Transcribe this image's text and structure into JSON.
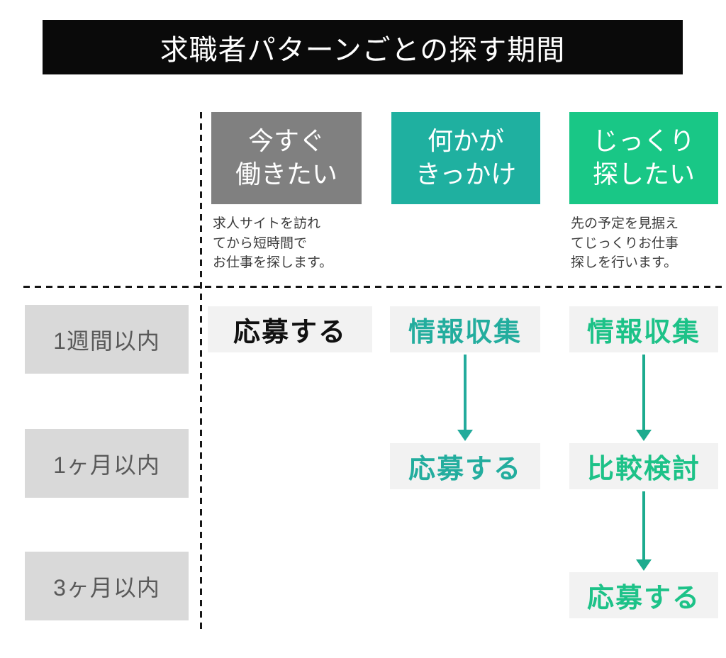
{
  "title": "求職者パターンごとの探す期間",
  "columns": [
    {
      "label": "今すぐ\n働きたい",
      "description": "求人サイトを訪れ\nてから短時間で\nお仕事を探します。",
      "bg": "#808080"
    },
    {
      "label": "何かが\nきっかけ",
      "description": "",
      "bg": "#1fb0a0"
    },
    {
      "label": "じっくり\n探したい",
      "description": "先の予定を見据え\nてじっくりお仕事\n探しを行います。",
      "bg": "#19c786"
    }
  ],
  "rows": [
    {
      "label": "1週間以内"
    },
    {
      "label": "1ヶ月以内"
    },
    {
      "label": "3ヶ月以内"
    }
  ],
  "cells": {
    "r1c1": {
      "label": "応募する",
      "color": "#111111"
    },
    "r1c2": {
      "label": "情報収集",
      "color": "#23ad9e"
    },
    "r1c3": {
      "label": "情報収集",
      "color": "#1dc288"
    },
    "r2c2": {
      "label": "応募する",
      "color": "#23ad9e"
    },
    "r2c3": {
      "label": "比較検討",
      "color": "#1dc288"
    },
    "r3c3": {
      "label": "応募する",
      "color": "#1dc288"
    }
  },
  "arrows": [
    {
      "column": "何かがきっかけ",
      "from": "情報収集",
      "to": "応募する",
      "color": "#23ab9c"
    },
    {
      "column": "じっくり探したい",
      "from": "情報収集",
      "to": "比較検討",
      "color": "#1cab8e"
    },
    {
      "column": "じっくり探したい",
      "from": "比較検討",
      "to": "応募する",
      "color": "#1cab8e"
    }
  ],
  "colors": {
    "title_bg": "#0a0a0a",
    "title_text": "#ffffff",
    "column_now_bg": "#808080",
    "column_trigger_bg": "#1fb0a0",
    "column_careful_bg": "#19c786",
    "row_label_bg": "#d9d9d9",
    "row_label_text": "#595959",
    "cell_bg": "#f2f2f2",
    "dash_line": "#161616"
  }
}
